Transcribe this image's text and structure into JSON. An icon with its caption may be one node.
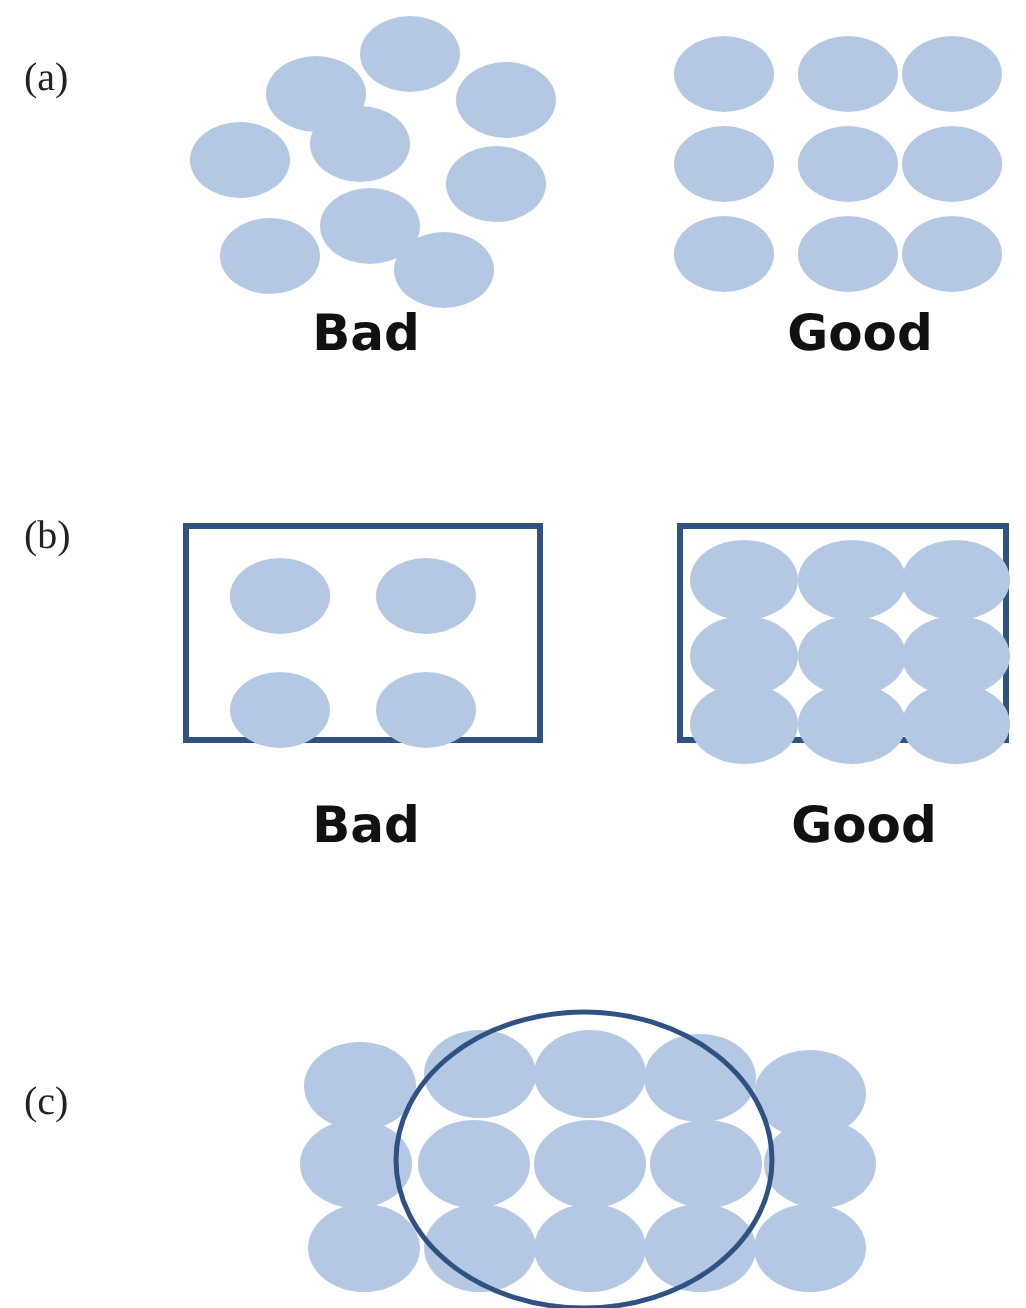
{
  "diagram": {
    "labels": [
      "(a)",
      "Bad",
      "Good",
      "(b)",
      "Bad",
      "Good",
      "(c)"
    ]
  }
}
